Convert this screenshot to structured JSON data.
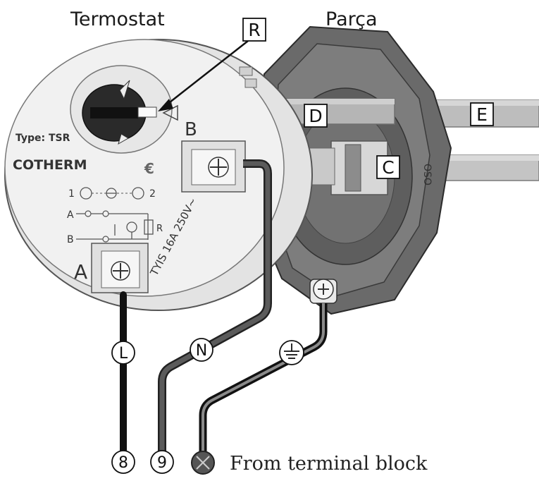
{
  "titles": {
    "thermostat": "Termostat",
    "part": "Parça"
  },
  "box_labels": {
    "R": "R",
    "D": "D",
    "E": "E",
    "C": "C"
  },
  "wire_labels": {
    "L": "L",
    "N": "N"
  },
  "terminals": {
    "t8": "8",
    "t9": "9",
    "source": "From terminal block"
  },
  "device_print": {
    "type": "Type: TSR",
    "brand": "COTHERM",
    "rating": "TYIS 16A 250V~",
    "terminal_a": "A",
    "terminal_b": "B",
    "scheme_1": "1",
    "scheme_2": "2",
    "scheme_a": "A",
    "scheme_b": "B",
    "scheme_r": "R",
    "part_mark": "OSO"
  },
  "colors": {
    "wire_black": "#111111",
    "wire_grey": "#5b5b5b",
    "thermostat_body": "#ededed",
    "part_body": "#6a6a6a"
  }
}
